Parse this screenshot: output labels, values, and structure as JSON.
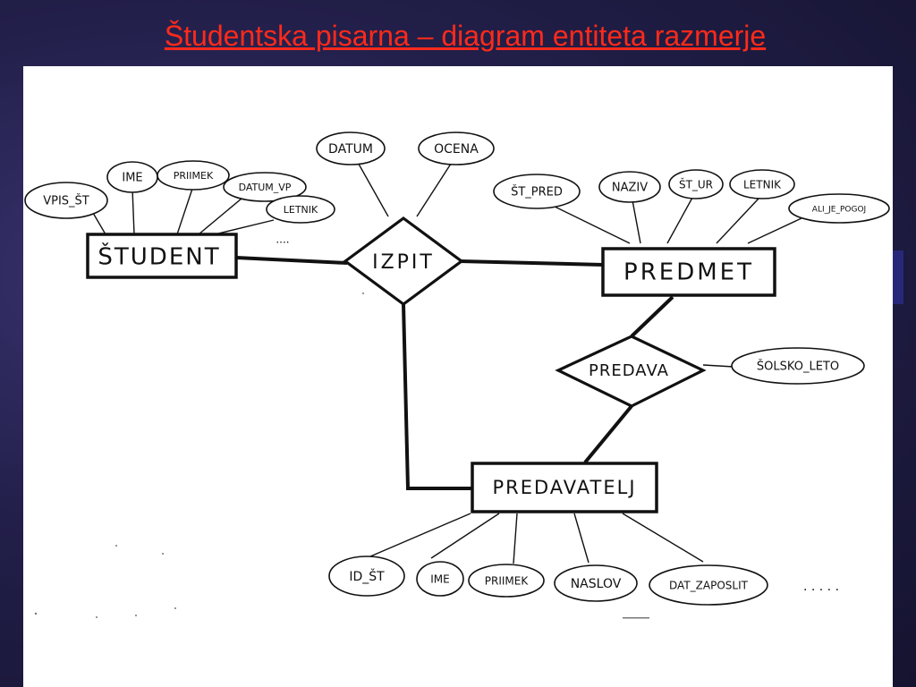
{
  "slide": {
    "title": "Študentska pisarna – diagram entiteta razmerje"
  },
  "diagram": {
    "entities": {
      "student": "ŠTUDENT",
      "predmet": "PREDMET",
      "predavatelj": "PREDAVATELJ"
    },
    "relationships": {
      "izpit": "IZPIT",
      "predava": "PREDAVA"
    },
    "attributes": {
      "vpis_st": "VPIS_ŠT",
      "ime_student": "IME",
      "priimek_student": "PRIIMEK",
      "datum_vp": "DATUM_VP",
      "letnik_student": "LETNIK",
      "student_more": "....",
      "datum": "DATUM",
      "ocena": "OCENA",
      "st_pred": "ŠT_PRED",
      "naziv": "NAZIV",
      "st_ur": "ŠT_UR",
      "letnik_predmet": "LETNIK",
      "ali_je_pogoj": "ALI_JE_POGOJ",
      "solsko_leto": "ŠOLSKO_LETO",
      "id_st": "ID_ŠT",
      "ime_predavatelj": "IME",
      "priimek_predavatelj": "PRIIMEK",
      "naslov": "NASLOV",
      "dat_zaposlit": "DAT_ZAPOSLIT",
      "predavatelj_more": ". . . . ."
    }
  }
}
